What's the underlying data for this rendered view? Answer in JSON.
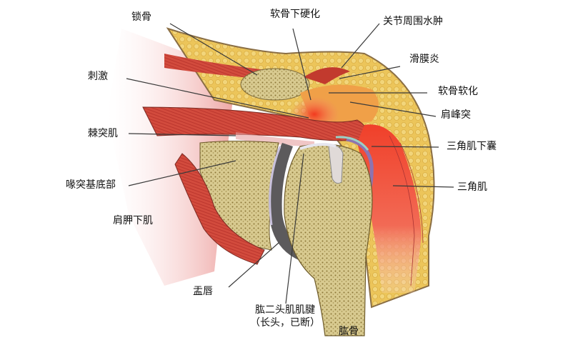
{
  "diagram": {
    "subject": "shoulder joint cross-section (osteoarthritis / inflammation)",
    "colors": {
      "fat_yellow": "#e9c35a",
      "bone_spongy": "#cdbf83",
      "muscle_red": "#d8443a",
      "inflamed_red": "#f04a2a",
      "bursa_purple": "#8d74b0",
      "cartilage_grey": "#5c5a5c",
      "skin_outline": "#8a6e44",
      "leader_line": "#3a3a3a"
    },
    "labels": {
      "clavicle": "锁骨",
      "irritation": "刺激",
      "supraspinatus": "棘突肌",
      "coracoid_base": "喙突基底部",
      "subscapularis": "肩胛下肌",
      "labrum": "盂唇",
      "biceps_tendon_line1": "肱二头肌肌腱",
      "biceps_tendon_line2": "（长头，已断）",
      "humerus": "肱骨",
      "subchondral_sclerosis": "软骨下硬化",
      "periarticular_edema": "关节周围水肿",
      "synovitis": "滑膜炎",
      "chondromalacia": "软骨软化",
      "acromion": "肩峰突",
      "subdeltoid_bursa": "三角肌下囊",
      "deltoid": "三角肌"
    }
  }
}
